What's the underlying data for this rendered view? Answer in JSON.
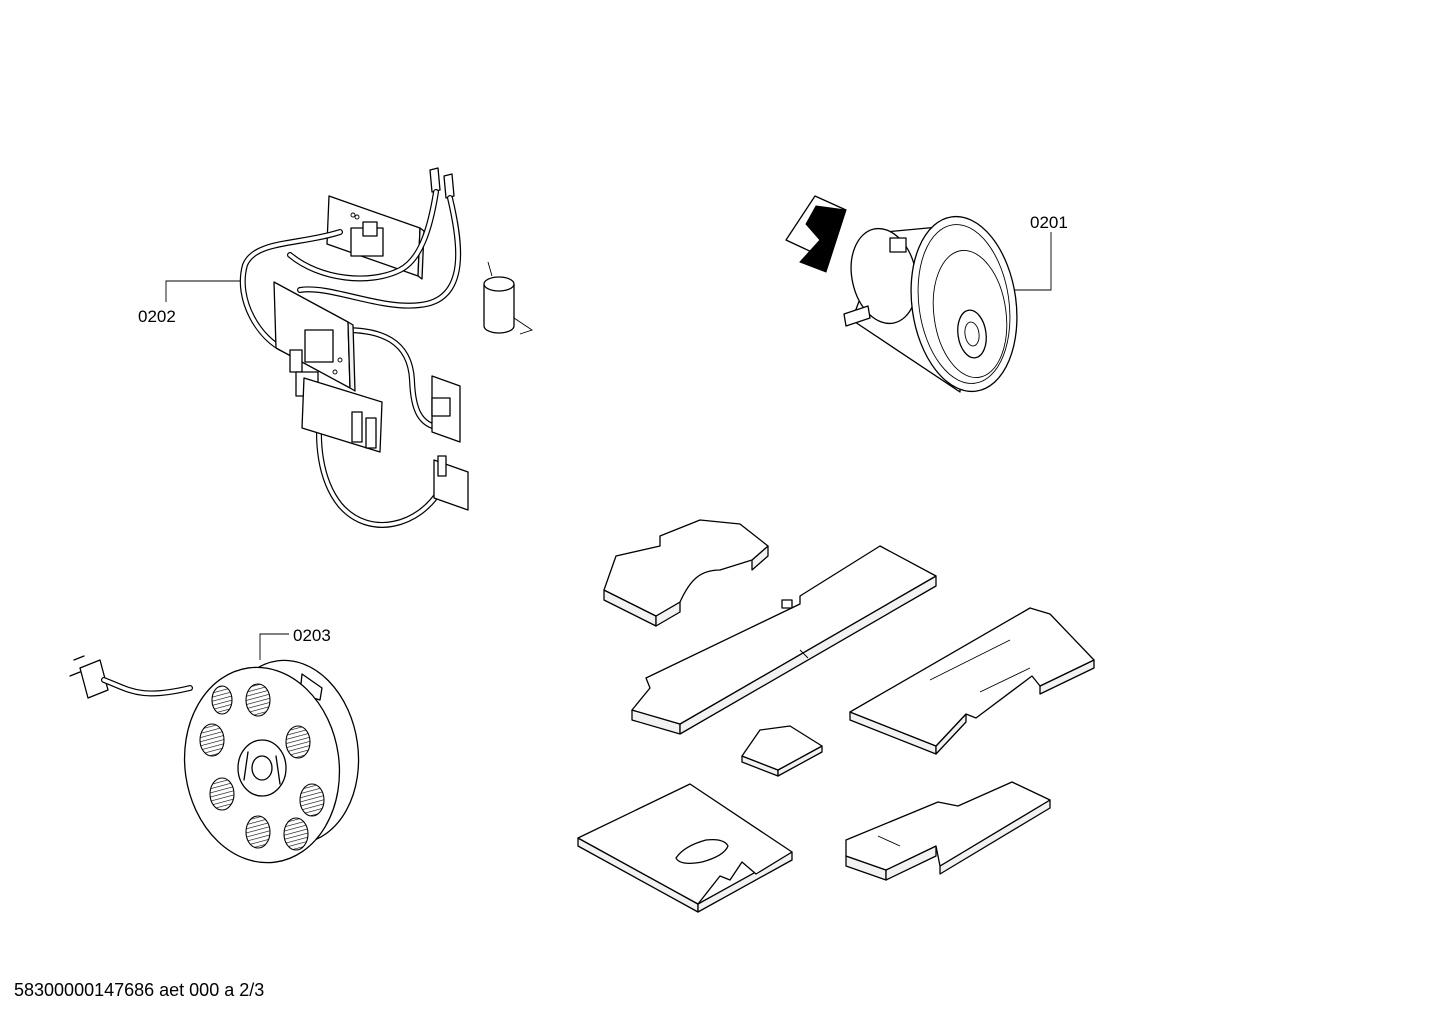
{
  "callouts": {
    "motor": "0201",
    "electronics": "0202",
    "cable_reel": "0203"
  },
  "footer": {
    "reference": "58300000147686 aet 000 a 2/3"
  }
}
